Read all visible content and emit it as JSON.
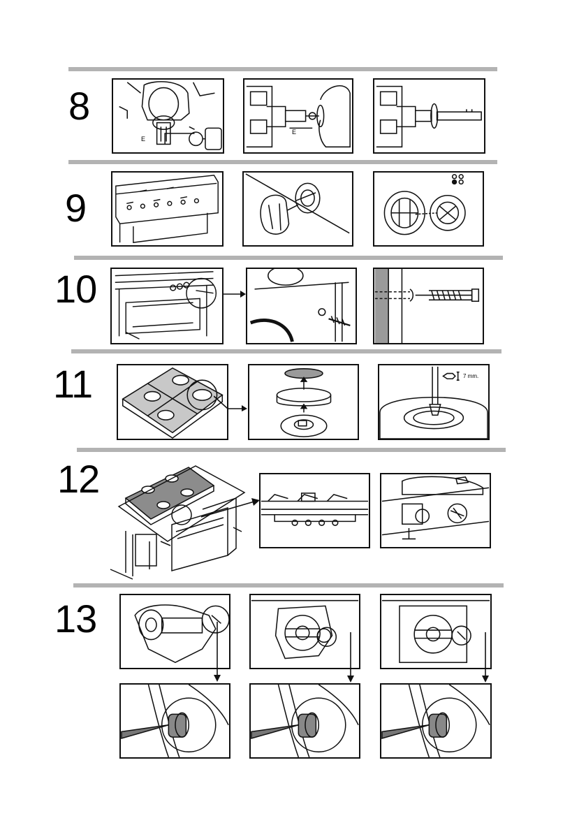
{
  "steps": [
    {
      "number": "8",
      "labels": {
        "e1": "E",
        "e2": "E"
      }
    },
    {
      "number": "9"
    },
    {
      "number": "10"
    },
    {
      "number": "11",
      "labels": {
        "size": "7 mm."
      }
    },
    {
      "number": "12"
    },
    {
      "number": "13"
    }
  ],
  "colors": {
    "rule": "#b3b3b3",
    "ink": "#111111",
    "shade": "#9a9a9a"
  }
}
